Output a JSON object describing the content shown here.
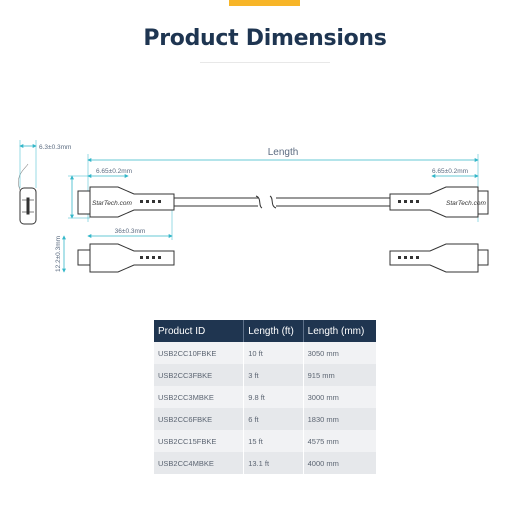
{
  "title": "Product Dimensions",
  "colors": {
    "accent": "#f7b528",
    "navy": "#1f3550",
    "dimension_line": "#34b7c9"
  },
  "diagram": {
    "length_label": "Length",
    "connector_thickness": "6.3±0.3mm",
    "left_connector_width": "6.65±0.2mm",
    "right_connector_width": "6.65±0.2mm",
    "connector_housing_length": "36±0.3mm",
    "connector_height": "12.2±0.3mm",
    "brand_left": "StarTech.com",
    "brand_right": "StarTech.com"
  },
  "table": {
    "headers": [
      "Product ID",
      "Length (ft)",
      "Length (mm)"
    ],
    "rows": [
      [
        "USB2CC10FBKE",
        "10 ft",
        "3050 mm"
      ],
      [
        "USB2CC3FBKE",
        "3 ft",
        "915 mm"
      ],
      [
        "USB2CC3MBKE",
        "9.8 ft",
        "3000 mm"
      ],
      [
        "USB2CC6FBKE",
        "6 ft",
        "1830 mm"
      ],
      [
        "USB2CC15FBKE",
        "15 ft",
        "4575 mm"
      ],
      [
        "USB2CC4MBKE",
        "13.1 ft",
        "4000 mm"
      ]
    ]
  }
}
